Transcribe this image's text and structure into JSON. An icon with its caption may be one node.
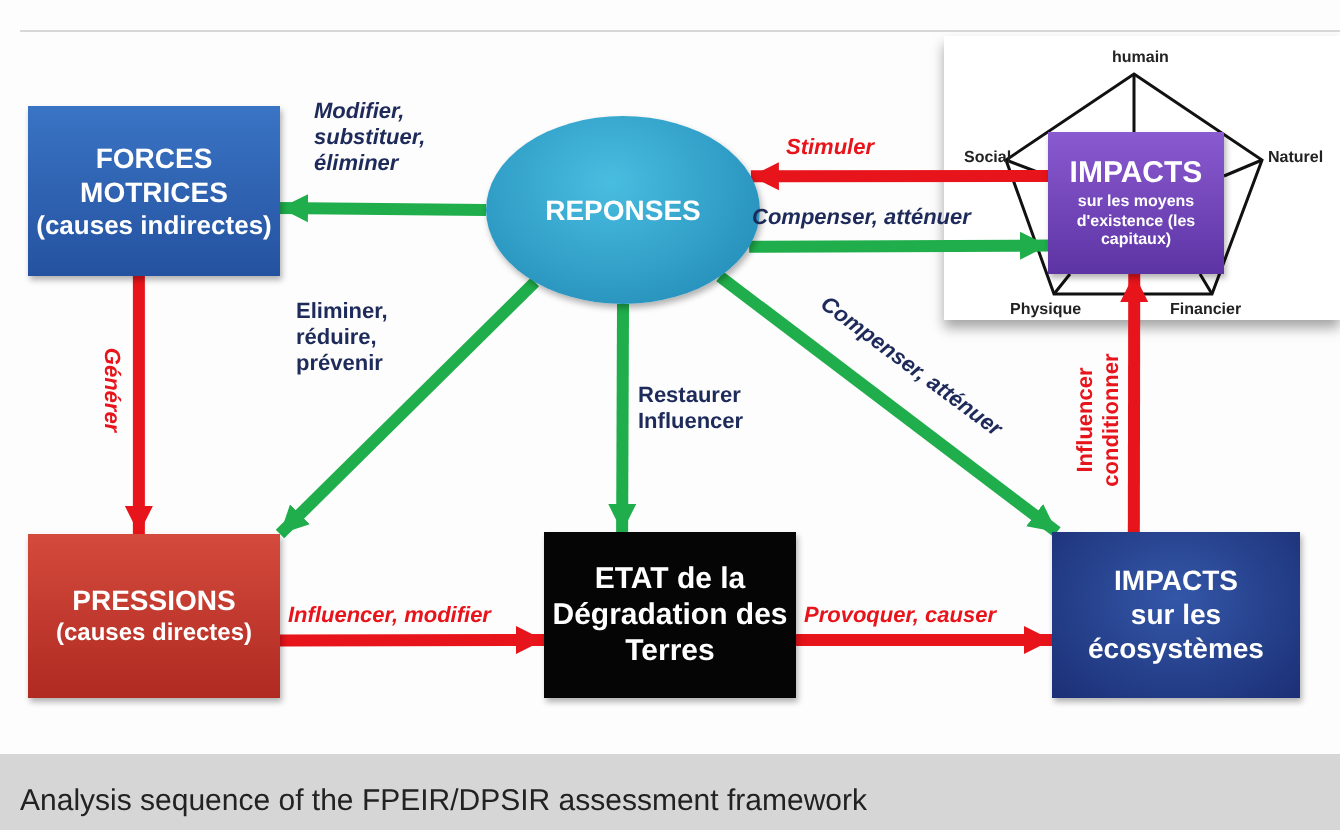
{
  "diagram": {
    "caption": "Analysis sequence of the FPEIR/DPSIR assessment framework",
    "nodes": [
      {
        "text": [
          "FORCES MOTRICES",
          "(causes indirectes)"
        ]
      },
      {
        "text": [
          "REPONSES"
        ]
      },
      {
        "text": [
          "IMPACTS",
          "sur les moyens d'existence (les capitaux)"
        ]
      },
      {
        "text": [
          "PRESSIONS",
          "(causes directes)"
        ]
      },
      {
        "text": [
          "ETAT de la Dégradation des Terres"
        ]
      },
      {
        "text": [
          "IMPACTS",
          "sur les écosystèmes"
        ]
      }
    ],
    "edges": [
      {
        "from": 1,
        "to": 0,
        "arrow": "to",
        "label": "Modifier, substituer, éliminer",
        "color": "#1fae4b"
      },
      {
        "from": 2,
        "to": 1,
        "arrow": "to",
        "label": "Stimuler",
        "color": "#e8141b"
      },
      {
        "from": 1,
        "to": 2,
        "arrow": "to",
        "label": "Compenser, atténuer",
        "color": "#1fae4b"
      },
      {
        "from": 0,
        "to": 3,
        "arrow": "to",
        "label": "Générer",
        "color": "#e8141b"
      },
      {
        "from": 1,
        "to": 3,
        "arrow": "to",
        "label": "Eliminer, réduire, prévenir",
        "color": "#1fae4b"
      },
      {
        "from": 1,
        "to": 4,
        "arrow": "to",
        "label": "Restaurer Influencer",
        "color": "#1fae4b"
      },
      {
        "from": 1,
        "to": 5,
        "arrow": "to",
        "label": "Compenser, atténuer",
        "color": "#1fae4b"
      },
      {
        "from": 3,
        "to": 4,
        "arrow": "to",
        "label": "Influencer, modifier",
        "color": "#e8141b"
      },
      {
        "from": 4,
        "to": 5,
        "arrow": "to",
        "label": "Provoquer, causer",
        "color": "#e8141b"
      },
      {
        "from": 5,
        "to": 2,
        "arrow": "to",
        "label": "Influencer conditionner",
        "color": "#e8141b"
      }
    ],
    "labels": [
      "humain",
      "Social",
      "Naturel",
      "Physique",
      "Financier"
    ]
  }
}
